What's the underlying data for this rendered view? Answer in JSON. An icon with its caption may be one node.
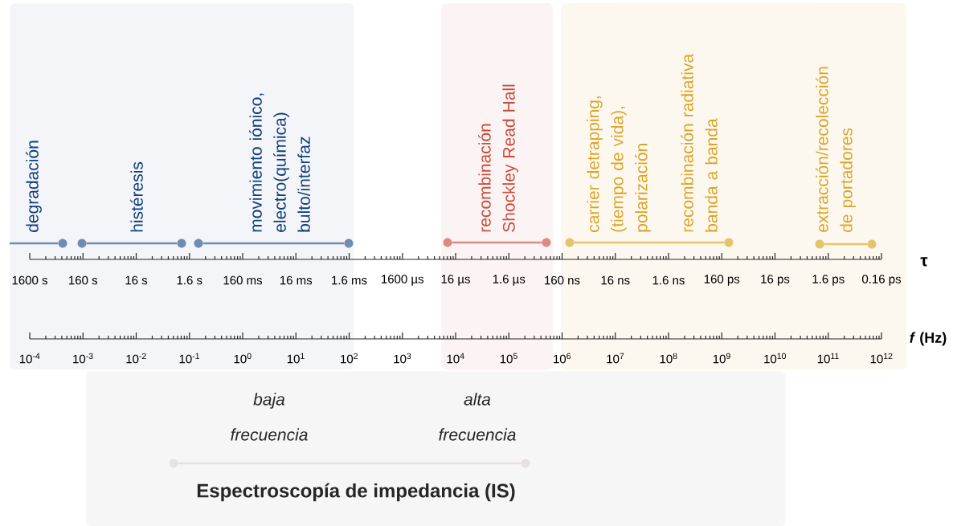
{
  "diagram": {
    "nodes": [
      {
        "text": [],
        "shape": "box"
      },
      {
        "text": [],
        "shape": "circle",
        "in": 0
      },
      {
        "text": [],
        "shape": "circle",
        "in": 0
      },
      {
        "text": [],
        "shape": "circle",
        "in": 0
      },
      {
        "text": [],
        "shape": "circle",
        "in": 0
      },
      {
        "text": [],
        "shape": "circle",
        "in": 0
      },
      {
        "text": [],
        "shape": "box"
      },
      {
        "text": [],
        "shape": "circle",
        "in": 6
      },
      {
        "text": [],
        "shape": "circle",
        "in": 6
      },
      {
        "text": [],
        "shape": "box"
      },
      {
        "text": [],
        "shape": "circle",
        "in": 9
      },
      {
        "text": [],
        "shape": "circle",
        "in": 9
      },
      {
        "text": [],
        "shape": "circle",
        "in": 9
      },
      {
        "text": [],
        "shape": "circle",
        "in": 9
      },
      {
        "text": [
          "Espectroscopía de impedancia (IS)"
        ]
      },
      {
        "text": [],
        "shape": "circle",
        "in": 14,
        "beside": [
          "baja frecuencia"
        ]
      },
      {
        "text": [],
        "shape": "circle",
        "in": 14,
        "beside": [
          "alta frecuencia"
        ]
      }
    ],
    "edges": [
      {
        "from": null,
        "to": 1,
        "arrow": "none",
        "label": "degradación",
        "color": "#6f8db3"
      },
      {
        "from": 2,
        "to": 3,
        "arrow": "none",
        "label": "histéresis",
        "color": "#6f8db3"
      },
      {
        "from": 4,
        "to": 5,
        "arrow": "none",
        "label": "movimiento iónico, electro(química) bulto/interfaz",
        "color": "#6f8db3"
      },
      {
        "from": 7,
        "to": 8,
        "arrow": "none",
        "label": "recombinación Shockley Read Hall",
        "color": "#d98c82"
      },
      {
        "from": 10,
        "to": 11,
        "arrow": "none",
        "label": "carrier detrapping, (tiempo de vida), polarización",
        "color": "#e6c46c"
      },
      {
        "from": 12,
        "to": 13,
        "arrow": "none",
        "label": "extracción/recolección de portadores",
        "color": "#e6c46c"
      },
      {
        "from": 15,
        "to": 16,
        "arrow": "none",
        "color": "#e8e0e2"
      }
    ],
    "labels": [
      "recombinación radiativa banda a banda",
      "1600 s",
      "160 s",
      "16 s",
      "1.6 s",
      "160 ms",
      "16 ms",
      "1.6 ms",
      "1600 µs",
      "16 µs",
      "1.6 µs",
      "160 ns",
      "16 ns",
      "1.6 ns",
      "160 ps",
      "16 ps",
      "1.6 ps",
      "0.16 ps",
      "τ",
      "10$^{-4}$",
      "10$^{-3}$",
      "10$^{-2}$",
      "10$^{-1}$",
      "10$^{0}$",
      "10$^{1}$",
      "10$^{2}$",
      "10$^{3}$",
      "10$^{4}$",
      "10$^{5}$",
      "10$^{6}$",
      "10$^{7}$",
      "10$^{8}$",
      "10$^{9}$",
      "10$^{10}$",
      "10$^{11}$",
      "10$^{12}$",
      "*f* (Hz)"
    ]
  }
}
